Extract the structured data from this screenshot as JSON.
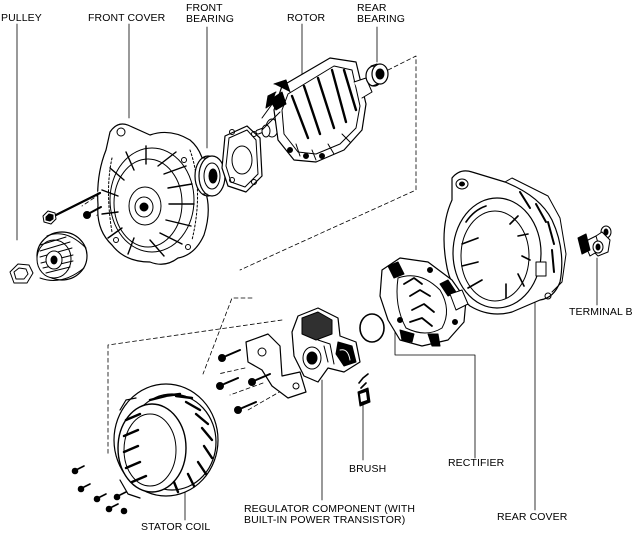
{
  "labels": {
    "pulley": "PULLEY",
    "front_cover": "FRONT COVER",
    "front_bearing": [
      "FRONT",
      "BEARING"
    ],
    "rotor": "ROTOR",
    "rear_bearing": [
      "REAR",
      "BEARING"
    ],
    "terminal_b": "TERMINAL B",
    "rectifier": "RECTIFIER",
    "brush": "BRUSH",
    "regulator_component": [
      "REGULATOR COMPONENT (WITH",
      "BUILT-IN POWER TRANSISTOR)"
    ],
    "stator_coil": "STATOR COIL",
    "rear_cover": "REAR COVER"
  },
  "colors": {
    "line": "#000000",
    "fill_light": "#ffffff",
    "fill_gray": "#b4b4b4",
    "fill_dark": "#303030"
  }
}
